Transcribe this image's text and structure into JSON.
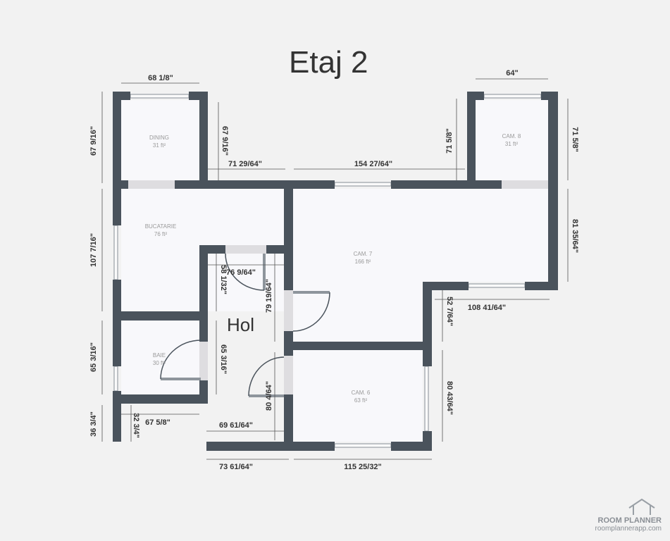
{
  "title": "Etaj 2",
  "hall_label": "Hol",
  "rooms": [
    {
      "name": "DINING",
      "area": "31 ft²"
    },
    {
      "name": "BUCATARIE",
      "area": "76 ft²"
    },
    {
      "name": "BAIE",
      "area": "30 ft²"
    },
    {
      "name": "CAM. 7",
      "area": "166 ft²"
    },
    {
      "name": "CAM. 8",
      "area": "31 ft²"
    },
    {
      "name": "CAM. 6",
      "area": "63 ft²"
    }
  ],
  "dimensions": [
    "68 1/8\"",
    "64\"",
    "67 9/16\"",
    "67 9/16\"",
    "71 29/64\"",
    "154 27/64\"",
    "71 5/8\"",
    "71 5/8\"",
    "81 35/64\"",
    "107 7/16\"",
    "76 9/64\"",
    "58 1/32\"",
    "79 19/64\"",
    "52 7/64\"",
    "108 41/64\"",
    "65 3/16\"",
    "65 3/16\"",
    "80 4/64\"",
    "80 43/64\"",
    "67 5/8\"",
    "32 3/4\"",
    "36 3/4\"",
    "69 61/64\"",
    "73 61/64\"",
    "115 25/32\""
  ],
  "logo": {
    "brand": "ROOM PLANNER",
    "url": "roomplannerapp.com"
  },
  "colors": {
    "wall": "#4a535c",
    "background": "#f2f2f2"
  }
}
